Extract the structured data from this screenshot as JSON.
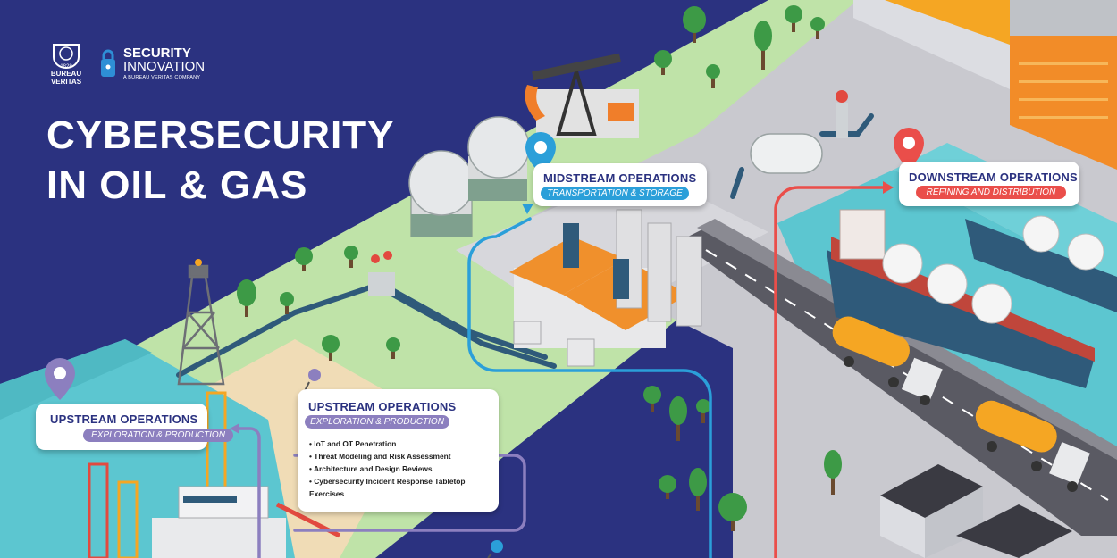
{
  "brand": {
    "bv_lines": [
      "BUREAU",
      "VERITAS"
    ],
    "bv_year": "1828",
    "si_name_line1": "SECURITY",
    "si_name_line2": "INNOVATION",
    "si_tagline": "A BUREAU VERITAS COMPANY"
  },
  "title": {
    "line1": "CYBERSECURITY",
    "line2": "IN OIL & GAS"
  },
  "cards": {
    "upstream_left": {
      "heading": "UPSTREAM OPERATIONS",
      "subtitle": "EXPLORATION & PRODUCTION"
    },
    "upstream_main": {
      "heading": "UPSTREAM OPERATIONS",
      "subtitle": "EXPLORATION & PRODUCTION",
      "bullets": [
        "• IoT and OT Penetration",
        "• Threat Modeling and Risk Assessment",
        "• Architecture and Design Reviews",
        "• Cybersecurity Incident Response Tabletop",
        "Exercises"
      ]
    },
    "midstream": {
      "heading": "MIDSTREAM OPERATIONS",
      "subtitle": "TRANSPORTATION & STORAGE"
    },
    "downstream": {
      "heading": "DOWNSTREAM OPERATIONS",
      "subtitle": "REFINING AND DISTRIBUTION"
    }
  },
  "colors": {
    "navy": "#2b3280",
    "upstream_accent": "#8c7fbf",
    "midstream_accent": "#2b9fd9",
    "downstream_accent": "#ea4e4a",
    "water": "#5cc6d0",
    "grass": "#bfe3a8",
    "road": "#5a5a63"
  },
  "icons": [
    "location-pin-icon",
    "push-pin-icon",
    "oil-rig-icon",
    "pumpjack-icon",
    "storage-tank-icon",
    "tanker-ship-icon",
    "tanker-truck-icon",
    "factory-icon",
    "tree-icon"
  ]
}
